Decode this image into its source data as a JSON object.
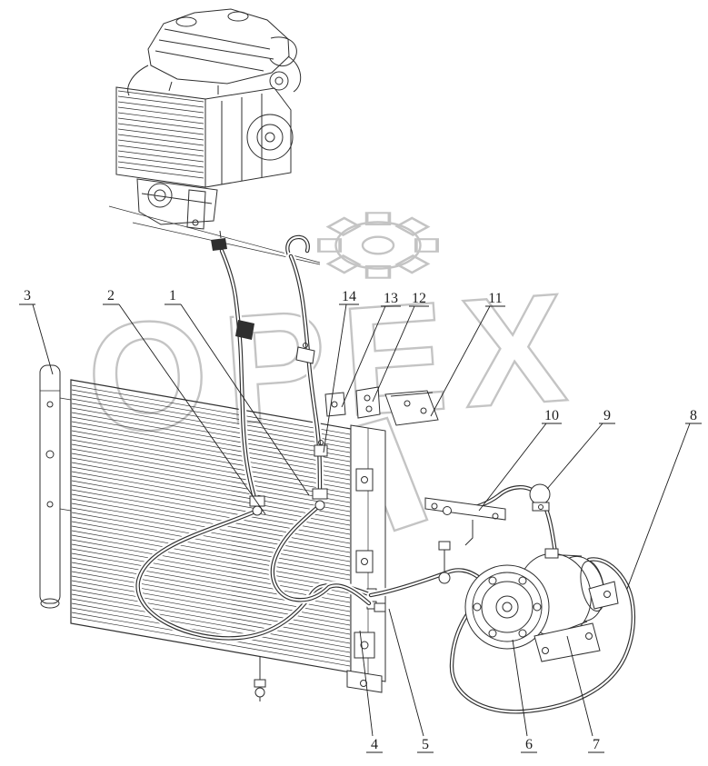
{
  "colors": {
    "background": "#ffffff",
    "line": "#2f2f2f",
    "watermark": "#c4c4c4",
    "callout": "#1c1c1c"
  },
  "watermark": {
    "text": "OPEX"
  },
  "callouts": [
    {
      "label": "1"
    },
    {
      "label": "2"
    },
    {
      "label": "3"
    },
    {
      "label": "4"
    },
    {
      "label": "5"
    },
    {
      "label": "6"
    },
    {
      "label": "7"
    },
    {
      "label": "8"
    },
    {
      "label": "9"
    },
    {
      "label": "10"
    },
    {
      "label": "11"
    },
    {
      "label": "12"
    },
    {
      "label": "13"
    },
    {
      "label": "14"
    }
  ]
}
